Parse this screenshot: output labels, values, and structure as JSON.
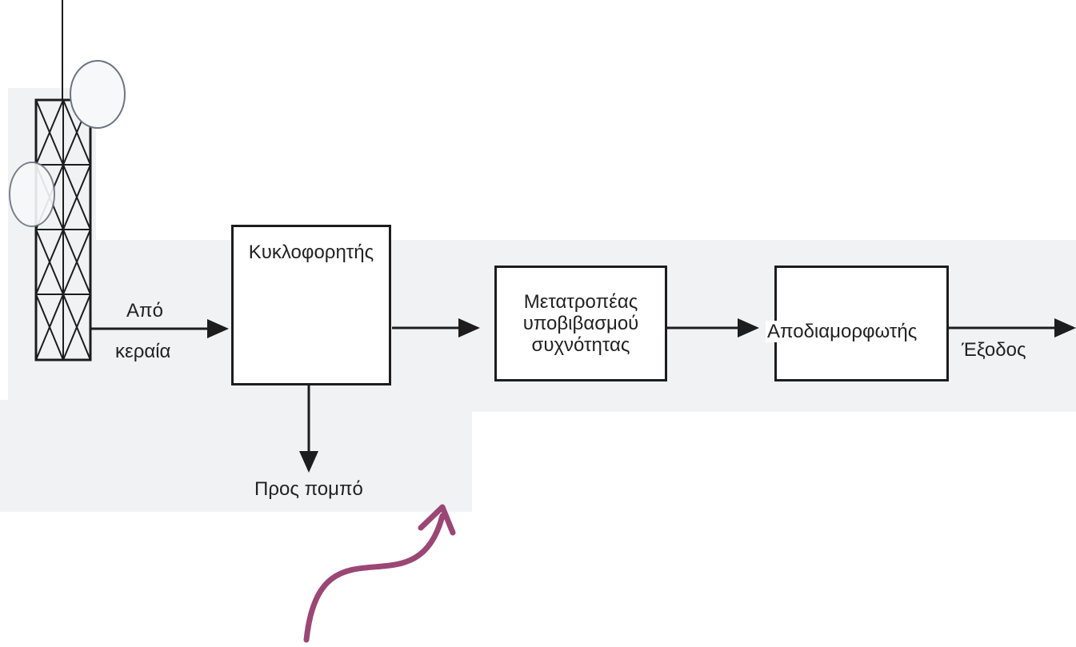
{
  "diagram": {
    "blocks": {
      "circulator": {
        "label": "Κυκλοφορητής"
      },
      "downconverter": {
        "label_lines": [
          "Μετατροπέας",
          "υποβιβασμού",
          "συχνότητας"
        ]
      },
      "demodulator": {
        "label": "Αποδιαμορφωτής"
      }
    },
    "labels": {
      "from_antenna_line1": "Από",
      "from_antenna_line2": "κεραία",
      "to_transmitter": "Προς πομπό",
      "output": "Έξοδος"
    },
    "icons": [
      "antenna-tower-icon",
      "circulator-rotation-icon"
    ],
    "colors": {
      "ink": "#1d1d1d",
      "annotation_arrow": "#9b4775",
      "background_band": "#f1f2f4"
    }
  }
}
